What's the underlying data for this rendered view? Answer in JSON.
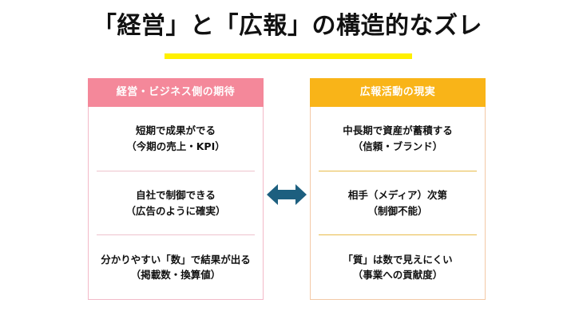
{
  "slide": {
    "title": "「経営」と「広報」の構造的なズレ",
    "accent_underline_color": "#fff000",
    "background_color": "#ffffff"
  },
  "panels": [
    {
      "id": "business-expectation",
      "header": "経営・ビジネス側の期待",
      "header_color": "#f4889a",
      "border_color": "#f3b9c8",
      "divider_color": "#eec3cd",
      "rows": [
        {
          "line1": "短期で成果がでる",
          "line2": "（今期の売上・KPI）"
        },
        {
          "line1": "自社で制御できる",
          "line2": "（広告のように確実）"
        },
        {
          "line1": "分かりやすい「数」で結果が出る",
          "line2": "（掲載数・換算値）"
        }
      ]
    },
    {
      "id": "pr-reality",
      "header": "広報活動の現実",
      "header_color": "#f9b418",
      "border_color": "#f3c9a6",
      "divider_color": "#e8bb4a",
      "rows": [
        {
          "line1": "中長期で資産が蓄積する",
          "line2": "（信頼・ブランド）"
        },
        {
          "line1": "相手（メディア）次第",
          "line2": "（制御不能）"
        },
        {
          "line1": "「質」は数で見えにくい",
          "line2": "（事業への貢献度）"
        }
      ]
    }
  ],
  "connector": {
    "icon": "double-headed-arrow-icon",
    "color": "#1d5f7f"
  }
}
